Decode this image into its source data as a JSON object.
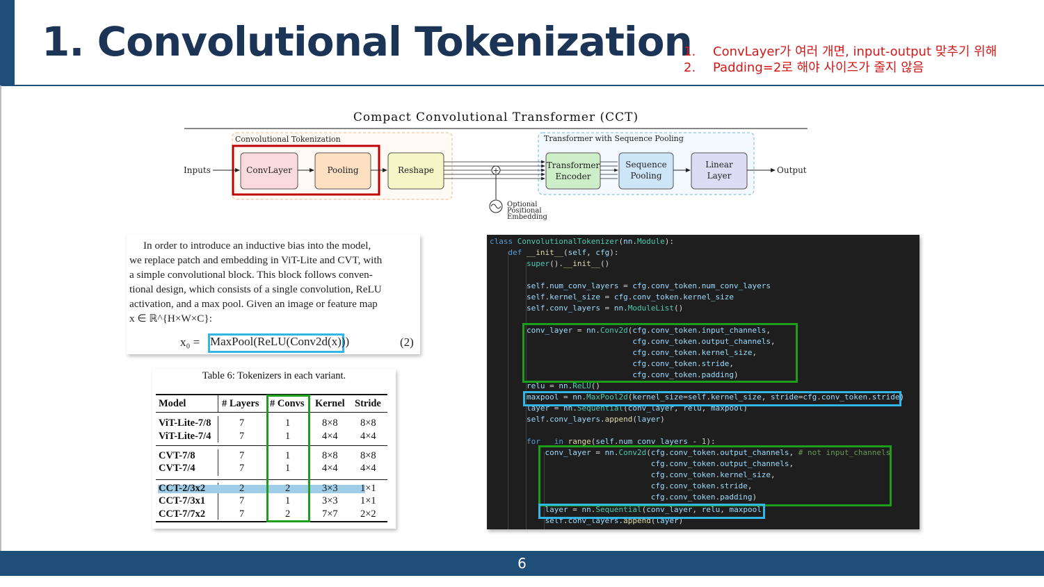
{
  "slide": {
    "title": "1. Convolutional Tokenization",
    "notes": [
      {
        "num": "1.",
        "text": "ConvLayer가 여러 개면, input-output 맞추기 위해"
      },
      {
        "num": "2.",
        "text": "Padding=2로 해야 사이즈가 줄지 않음"
      }
    ],
    "page_number": "6"
  },
  "diagram": {
    "title": "Compact Convolutional Transformer (CCT)",
    "conv_group_label": "Convolutional Tokenization",
    "trans_group_label": "Transformer with Sequence Pooling",
    "inputs_label": "Inputs",
    "output_label": "Output",
    "convlayer_label": "ConvLayer",
    "pooling_label": "Pooling",
    "reshape_label": "Reshape",
    "encoder_line1": "Transformer",
    "encoder_line2": "Encoder",
    "seqpool_line1": "Sequence",
    "seqpool_line2": "Pooling",
    "linear_line1": "Linear",
    "linear_line2": "Layer",
    "pos_line1": "Optional",
    "pos_line2": "Positional",
    "pos_line3": "Embedding",
    "colors": {
      "convlayer": "#fadadd",
      "pooling": "#fde0c2",
      "reshape": "#f4f6c8",
      "encoder": "#cdeec8",
      "seqpool": "#cde6f7",
      "linear": "#dcdcf4",
      "highlight": "#c00000"
    }
  },
  "paper": {
    "paragraph": [
      "In order to introduce an inductive bias into the model,",
      "we replace patch and embedding in ViT-Lite and CVT, with",
      "a simple convolutional block.  This block follows conven-",
      "tional design, which consists of a single convolution, ReLU",
      "activation, and a max pool.  Given an image or feature map",
      "x ∈ ℝ^{H×W×C}:"
    ],
    "eq_lhs": "x₀ =",
    "eq_body": "MaxPool(ReLU(Conv2d(x)))",
    "eq_num": "(2)"
  },
  "table": {
    "caption": "Table 6: Tokenizers in each variant.",
    "headers": [
      "Model",
      "# Layers",
      "# Convs",
      "Kernel",
      "Stride"
    ],
    "rows": [
      [
        "ViT-Lite-7/8",
        "7",
        "1",
        "8×8",
        "8×8"
      ],
      [
        "ViT-Lite-7/4",
        "7",
        "1",
        "4×4",
        "4×4"
      ],
      [
        "CVT-7/8",
        "7",
        "1",
        "8×8",
        "8×8"
      ],
      [
        "CVT-7/4",
        "7",
        "1",
        "4×4",
        "4×4"
      ],
      [
        "CCT-2/3x2",
        "2",
        "2",
        "3×3",
        "1×1"
      ],
      [
        "CCT-7/3x1",
        "7",
        "1",
        "3×3",
        "1×1"
      ],
      [
        "CCT-7/7x2",
        "7",
        "2",
        "7×7",
        "2×2"
      ]
    ]
  },
  "code": {
    "lines": [
      "class ConvolutionalTokenizer(nn.Module):",
      "    def __init__(self, cfg):",
      "        super().__init__()",
      "",
      "        self.num_conv_layers = cfg.conv_token.num_conv_layers",
      "        self.kernel_size = cfg.conv_token.kernel_size",
      "        self.conv_layers = nn.ModuleList()",
      "",
      "        conv_layer = nn.Conv2d(cfg.conv_token.input_channels,",
      "                               cfg.conv_token.output_channels,",
      "                               cfg.conv_token.kernel_size,",
      "                               cfg.conv_token.stride,",
      "                               cfg.conv_token.padding)",
      "        relu = nn.ReLU()",
      "        maxpool = nn.MaxPool2d(kernel_size=self.kernel_size, stride=cfg.conv_token.stride)",
      "        layer = nn.Sequential(conv_layer, relu, maxpool)",
      "        self.conv_layers.append(layer)",
      "",
      "        for _ in range(self.num_conv_layers - 1):",
      "            conv_layer = nn.Conv2d(cfg.conv_token.output_channels, # not input_channels",
      "                                   cfg.conv_token.output_channels,",
      "                                   cfg.conv_token.kernel_size,",
      "                                   cfg.conv_token.stride,",
      "                                   cfg.conv_token.padding)",
      "            layer = nn.Sequential(conv_layer, relu, maxpool)",
      "            self.conv_layers.append(layer)"
    ]
  }
}
